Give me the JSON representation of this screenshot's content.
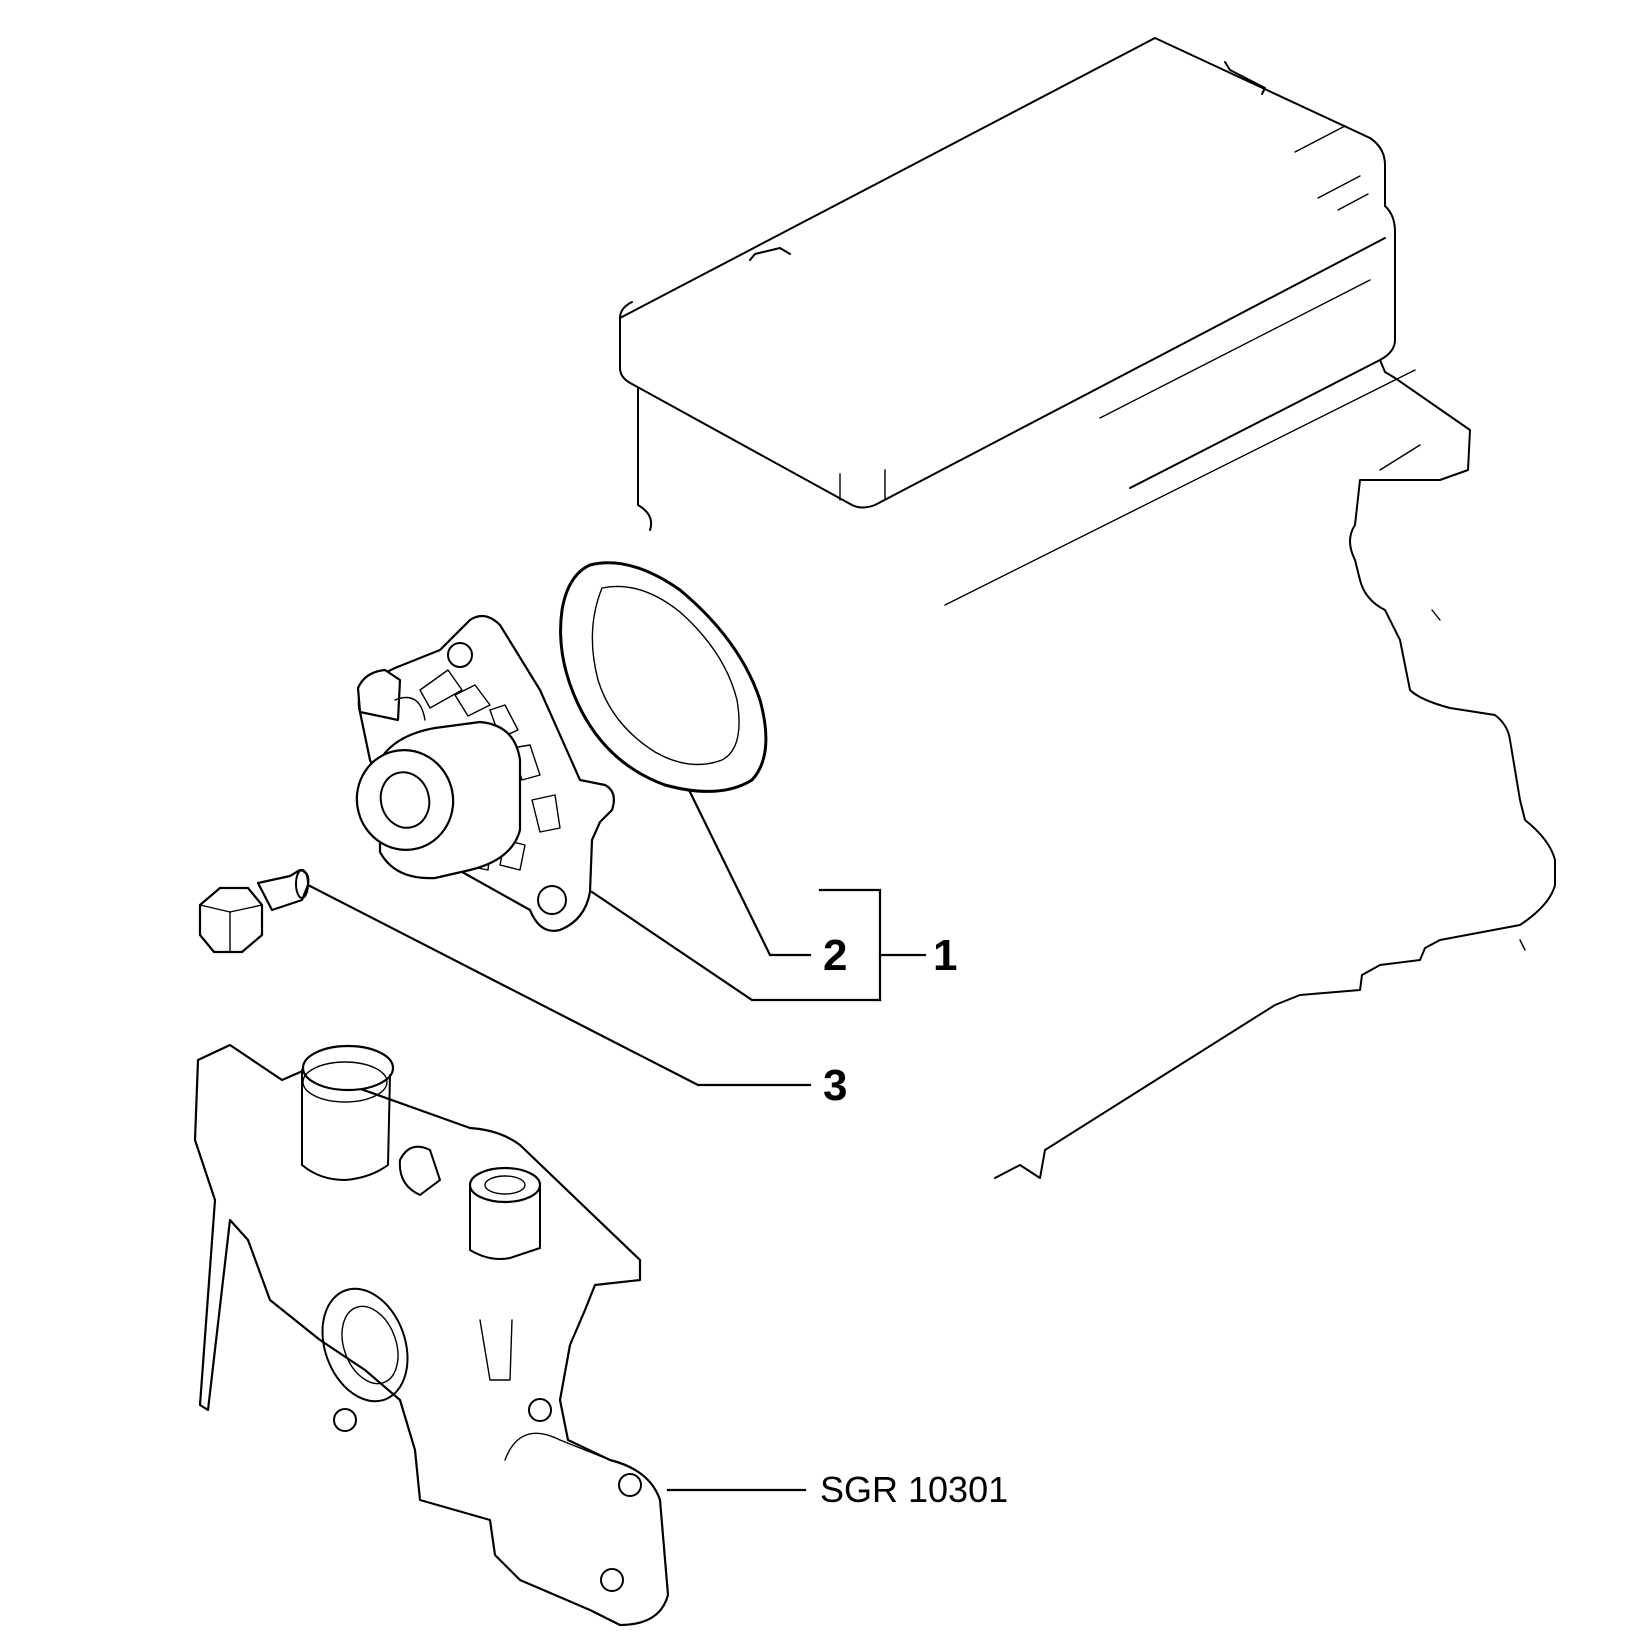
{
  "callouts": {
    "assembly": "1",
    "gasket": "2",
    "bolt": "3"
  },
  "reference": {
    "group_code": "SGR 10301"
  },
  "colors": {
    "line": "#000000",
    "background": "#ffffff"
  }
}
